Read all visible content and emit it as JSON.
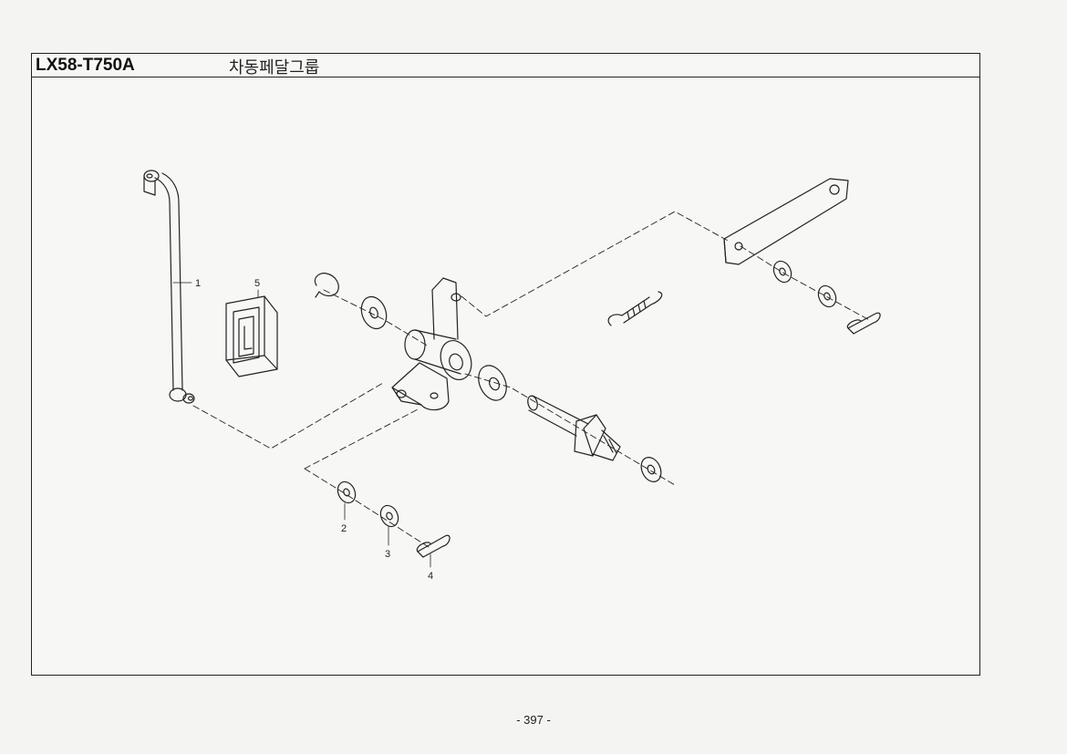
{
  "header": {
    "model_code": "LX58-T750A",
    "group_title": "차동페달그룹"
  },
  "callouts": [
    "1",
    "2",
    "3",
    "4",
    "5"
  ],
  "footer": {
    "page_number": "- 397 -"
  }
}
